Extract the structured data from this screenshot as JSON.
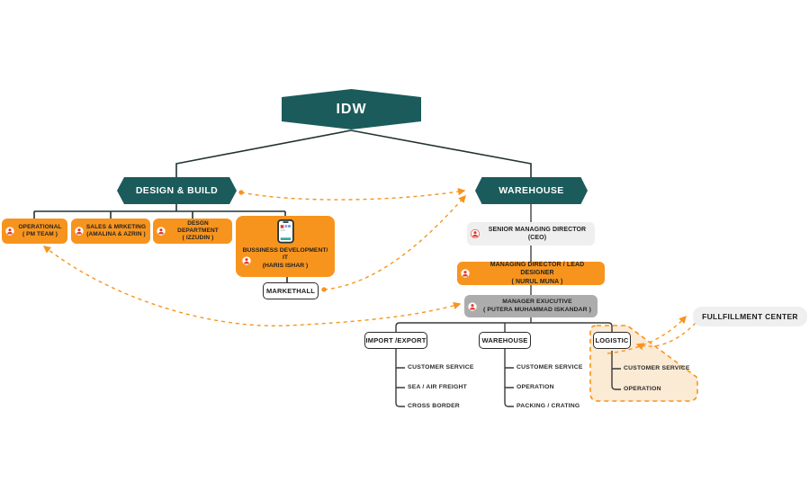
{
  "org": {
    "root_label": "IDW",
    "design_build": {
      "label": "DESIGN & BUILD",
      "departments": [
        {
          "title": "OPERATIONAL",
          "subtitle": "( PM TEAM )"
        },
        {
          "title": "SALES & MRKETING",
          "subtitle": "(AMALINA & AZRIN )"
        },
        {
          "title": "DESGN DEPARTMENT",
          "subtitle": "( IZZUDIN )"
        },
        {
          "title": "BUSSINESS DEVELOPMENT/ IT",
          "subtitle": "(HARIS ISHAR )"
        }
      ],
      "markethall_label": "MARKETHALL"
    },
    "warehouse": {
      "label": "WAREHOUSE",
      "chain": [
        {
          "title": "SENIOR MANAGING DIRECTOR",
          "subtitle": "(CEO)"
        },
        {
          "title": "MANAGING DIRECTOR / LEAD DESIGNER",
          "subtitle": "( NURUL MUNA )"
        },
        {
          "title": "MANAGER EXUCUTIVE",
          "subtitle": "( PUTERA MUHAMMAD ISKANDAR )"
        }
      ],
      "sections": [
        {
          "label": "IMPORT /EXPORT",
          "items": [
            "CUSTOMER SERVICE",
            "SEA / AIR FREIGHT",
            "CROSS BORDER"
          ]
        },
        {
          "label": "WAREHOUSE",
          "items": [
            "CUSTOMER SERVICE",
            "OPERATION",
            "PACKING / CRATING"
          ]
        },
        {
          "label": "LOGISTIC",
          "items": [
            "CUSTOMER SERVICE",
            "OPERATION"
          ]
        }
      ],
      "fulfillment_label": "FULLFILLMENT CENTER"
    },
    "colors": {
      "teal": "#1B5B5B",
      "orange": "#F7941E",
      "badge_red": "#E13B30",
      "light_gray": "#EFEFEF",
      "mid_gray": "#ACACAC",
      "peach_region": "#F9E3C5",
      "line_dark": "#223232",
      "line_gray": "#5A5A5A"
    }
  }
}
